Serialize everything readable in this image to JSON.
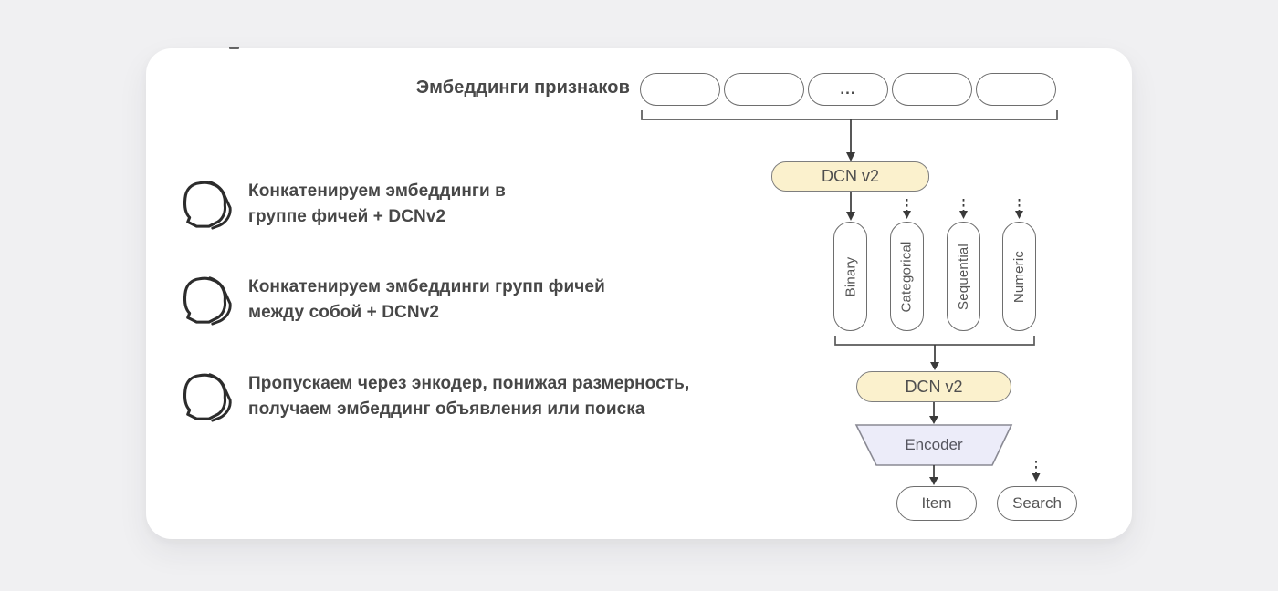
{
  "colors": {
    "page_bg": "#F0F0F2",
    "card_bg": "#FFFFFF",
    "dcn_fill": "#FBF1CD",
    "dcn_border": "#7E7E7E",
    "encoder_fill": "#ECECF9",
    "encoder_border": "#8A8A94",
    "box_border": "#6E6E6E",
    "arrow": "#3A3A3A",
    "text_primary": "#474747"
  },
  "diagram": {
    "input_label": "Эмбеддинги признаков",
    "input_ellipsis": "...",
    "dcn1_label": "DCN v2",
    "feature_groups": [
      "Binary",
      "Categorical",
      "Sequential",
      "Numeric"
    ],
    "dcn2_label": "DCN v2",
    "encoder_label": "Encoder",
    "output_item_label": "Item",
    "output_search_label": "Search"
  },
  "bullets": [
    {
      "icon": "doodle-circle-icon",
      "line1": "Конкатенируем эмбеддинги в",
      "line2": "группе фичей + DCNv2"
    },
    {
      "icon": "doodle-circle-icon",
      "line1": "Конкатенируем эмбеддинги групп фичей",
      "line2": "между собой + DCNv2"
    },
    {
      "icon": "doodle-circle-icon",
      "line1": "Пропускаем через энкодер, понижая размерность,",
      "line2": "получаем эмбеддинг объявления или поиска"
    }
  ]
}
